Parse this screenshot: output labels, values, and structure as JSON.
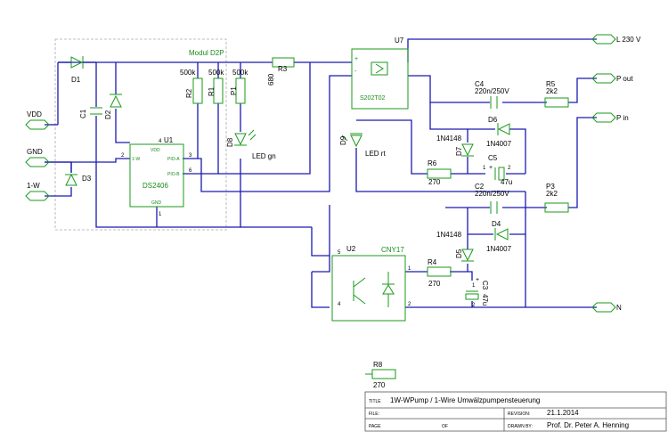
{
  "connectors": {
    "l230v": "L 230 V",
    "p_out": "P out",
    "p_in": "P in",
    "n": "N",
    "vdd": "VDD",
    "gnd": "GND",
    "one_w": "1-W"
  },
  "module": {
    "name": "Modul D2P"
  },
  "components": {
    "d1": "D1",
    "d2": "D2",
    "d3": "D3",
    "c1": "C1",
    "u1": "U1",
    "u1_type": "DS2406",
    "u1_pins": {
      "vdd": "VDD",
      "onew": "1-W",
      "pioa": "PIO-A",
      "piob": "PIO-B",
      "gnd": "GND"
    },
    "u1_pin_nums": {
      "p4": "4",
      "p2": "2",
      "p3": "3",
      "p6": "6",
      "p1": "1"
    },
    "r2_value": "500k",
    "r2": "R2",
    "r1_value": "500k",
    "r1": "R1",
    "p1_value": "500k",
    "p1": "P1",
    "r3": "R3",
    "r3_value": "680",
    "d8": "D8",
    "d8_desc": "LED gn",
    "u7": "U7",
    "u7_type": "S202T02",
    "u7_plus": "+",
    "u7_minus": "-",
    "d9": "D9",
    "d9_desc": "LED rt",
    "r6": "R6",
    "r6_value": "270",
    "c4": "C4",
    "c4_value": "220n/250V",
    "d6": "D6",
    "d6_type": "1N4007",
    "d7": "D7",
    "d7_type": "1N4148",
    "c5": "C5",
    "c5_value": "47u",
    "c5_plus": "+",
    "c5_pin1": "1",
    "c5_pin2": "2",
    "r5": "R5",
    "r5_value": "2k2",
    "c2": "C2",
    "c2_value": "220n/250V",
    "r3b": "P3",
    "r3b_value": "2k2",
    "d4": "D4",
    "d4_type": "1N4007",
    "d5": "D5",
    "d5_type": "1N4148",
    "u2": "U2",
    "u2_type": "CNY17",
    "u2_pins": {
      "p5": "5",
      "p4": "4",
      "p1": "1",
      "p2": "2"
    },
    "r4": "R4",
    "r4_value": "270",
    "c3": "C3",
    "c3_value": "47u",
    "c3_plus": "+",
    "c3_pin1": "1",
    "c3_pin2": "2",
    "r8": "R8",
    "r8_value": "270"
  },
  "title_block": {
    "title_label": "TITLE",
    "title": "1W-WPump / 1-Wire Umwälzpumpensteuerung",
    "file_label": "FILE:",
    "revision_label": "REVISION:",
    "revision": "21.1.2014",
    "page_label": "PAGE",
    "of_label": "OF",
    "drawn_label": "DRAWN BY:",
    "drawn_by": "Prof. Dr. Peter A. Henning"
  },
  "colors": {
    "wire": "#1a1ab0",
    "part": "#1a9a1a",
    "module_box": "#aaaaaa",
    "text": "#000000"
  }
}
